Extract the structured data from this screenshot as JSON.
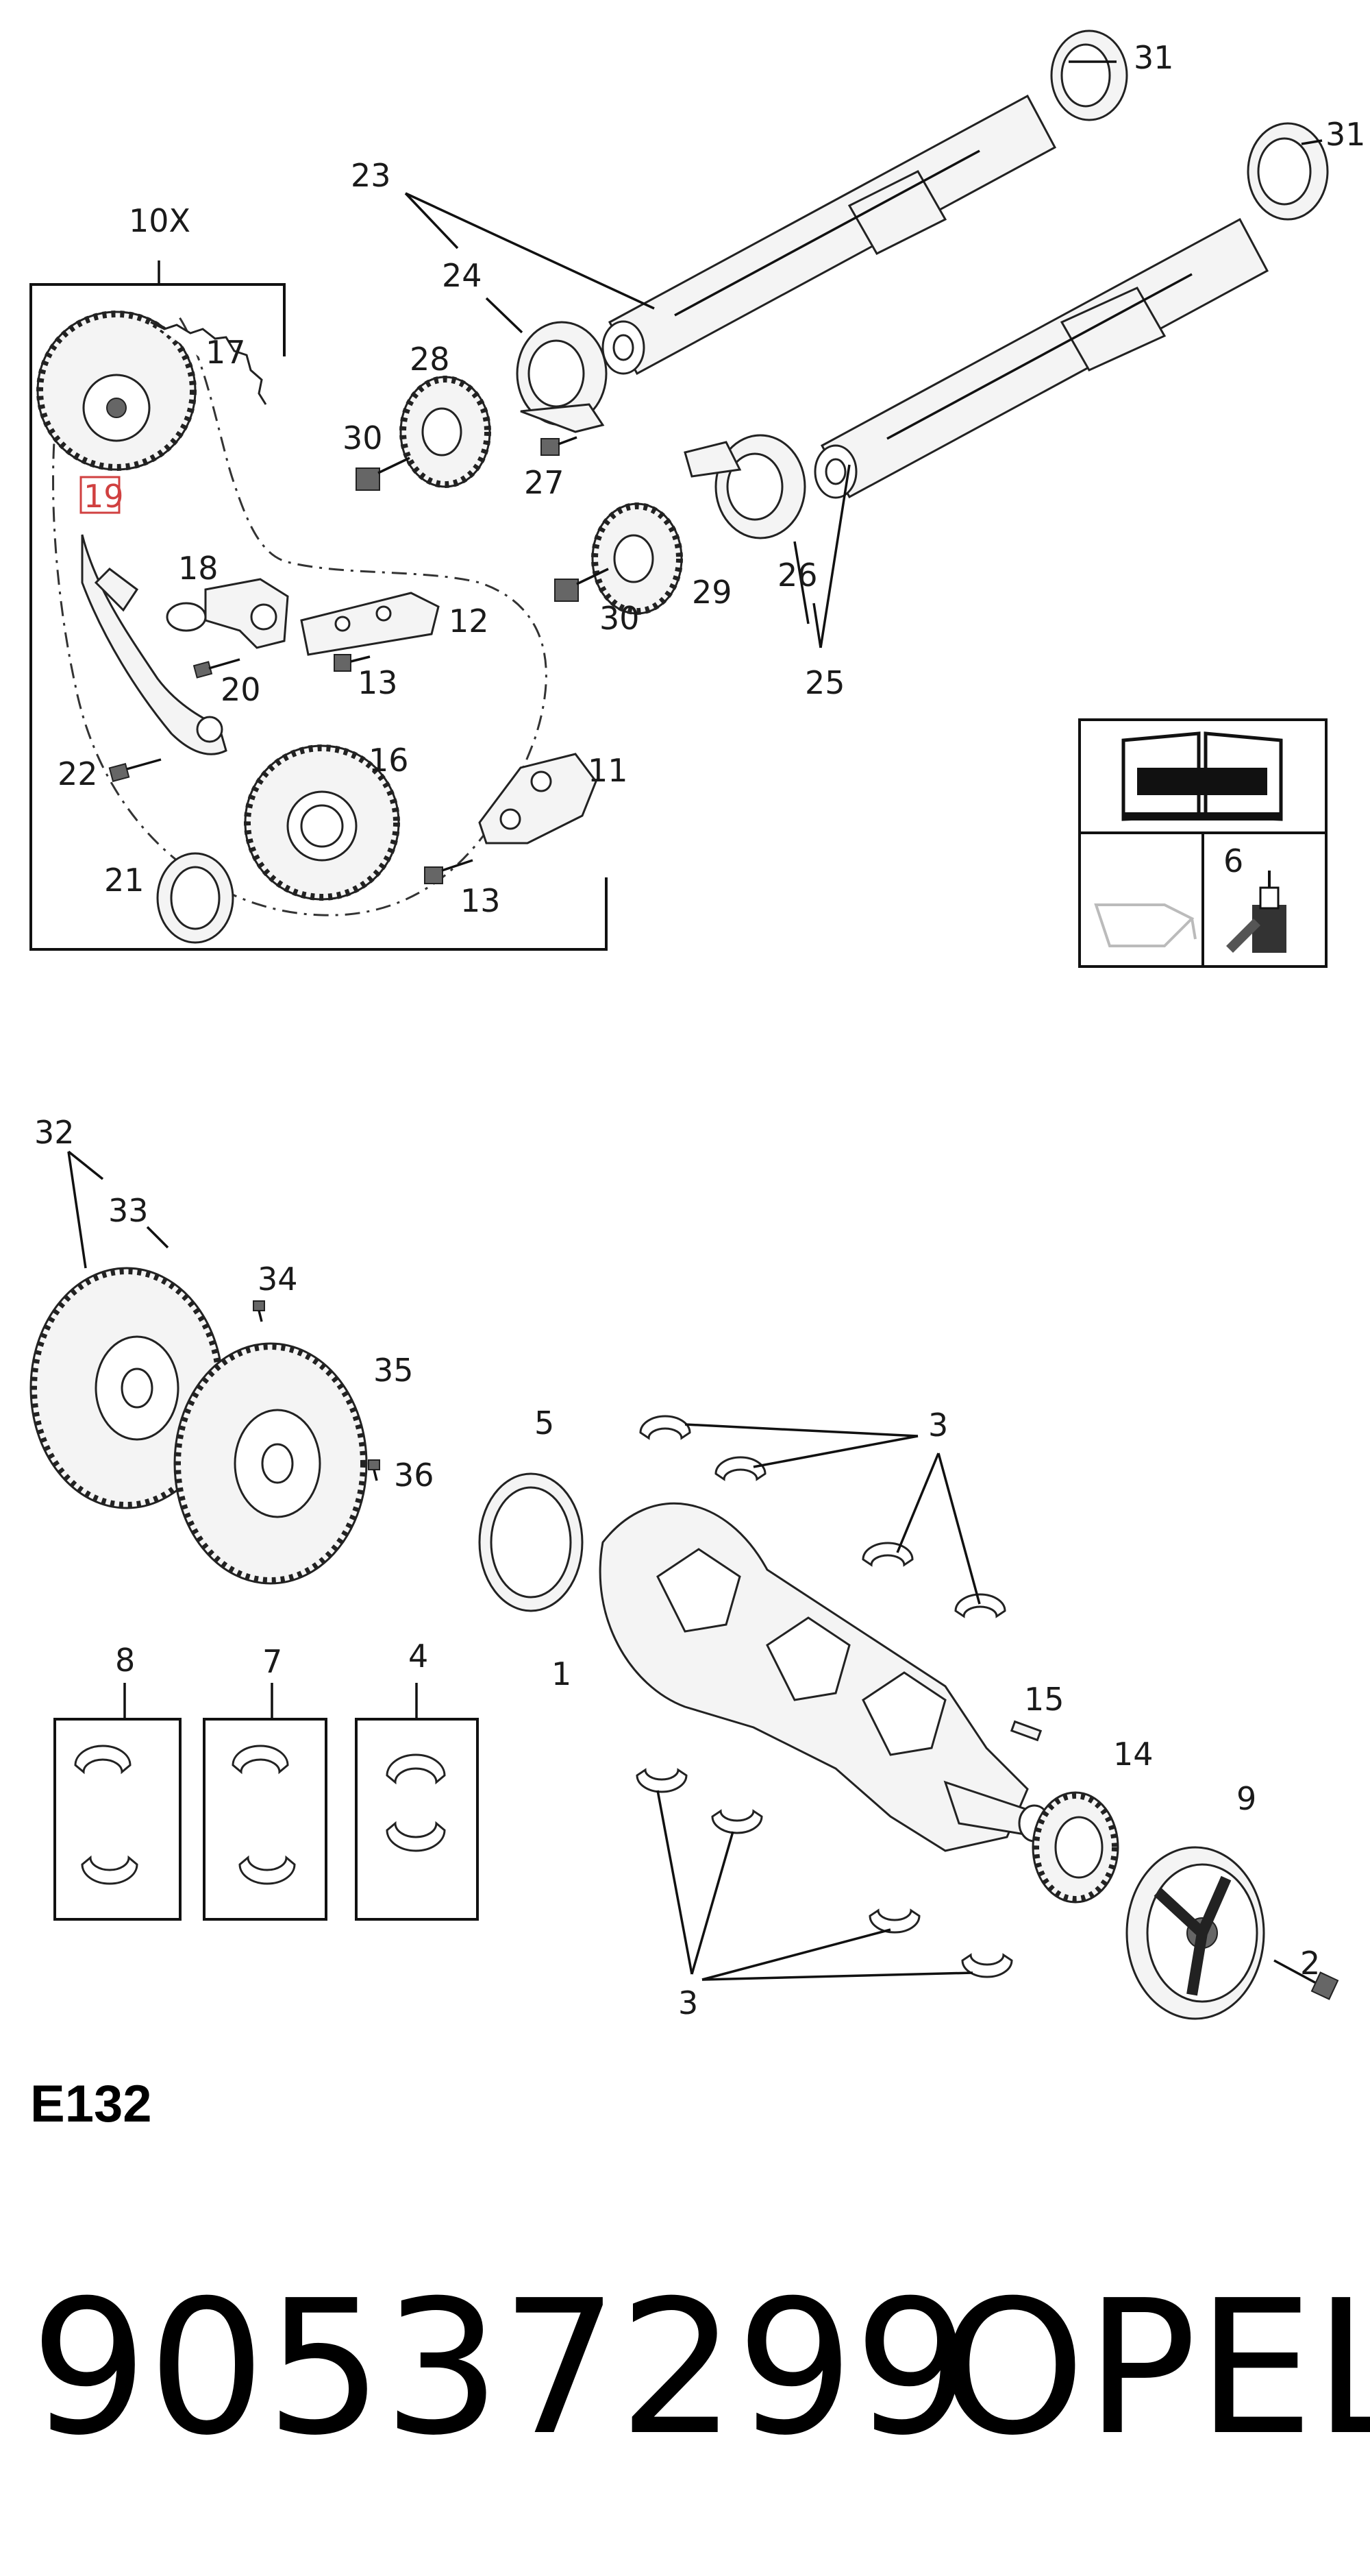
{
  "diagram": {
    "callouts": {
      "c_10x": "10X",
      "c_17": "17",
      "c_19": "19",
      "c_18": "18",
      "c_20": "20",
      "c_22": "22",
      "c_21": "21",
      "c_16": "16",
      "c_13a": "13",
      "c_13b": "13",
      "c_12": "12",
      "c_11": "11",
      "c_23": "23",
      "c_24": "24",
      "c_28": "28",
      "c_30a": "30",
      "c_30b": "30",
      "c_27": "27",
      "c_29": "29",
      "c_26": "26",
      "c_25": "25",
      "c_31a": "31",
      "c_31b": "31",
      "c_6": "6",
      "c_32": "32",
      "c_33": "33",
      "c_34": "34",
      "c_35": "35",
      "c_36": "36",
      "c_5": "5",
      "c_3a": "3",
      "c_3b": "3",
      "c_1": "1",
      "c_15": "15",
      "c_14": "14",
      "c_9": "9",
      "c_2": "2",
      "c_8": "8",
      "c_7": "7",
      "c_4": "4"
    },
    "highlight_color": "#d04040"
  },
  "footer": {
    "section_code": "E132",
    "part_number": "90537299",
    "brand": "OPEL"
  }
}
